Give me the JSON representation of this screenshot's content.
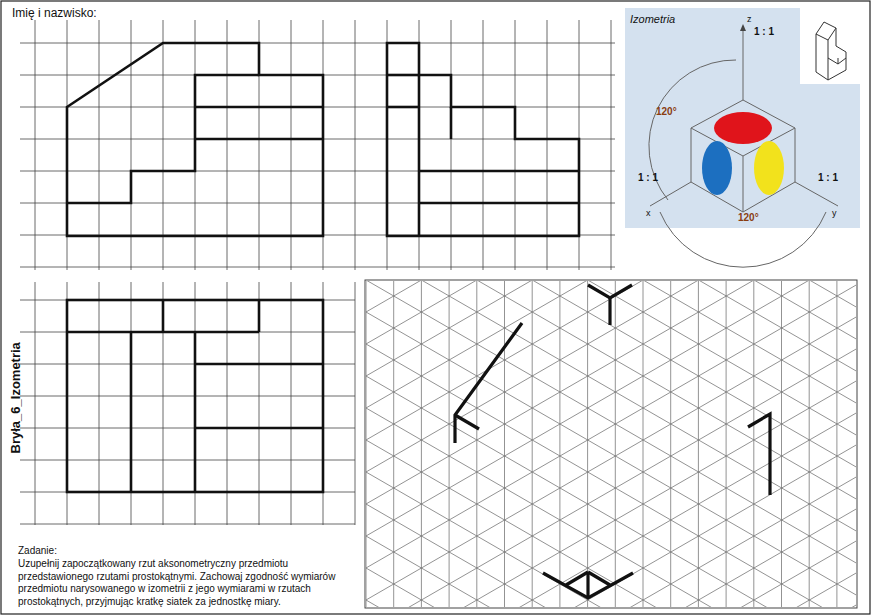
{
  "diagram": {
    "labels": [
      "Imię i nazwisko:",
      "Izometria",
      "z",
      "1 : 1",
      "120°",
      "1 : 1",
      "x",
      "1 : 1",
      "y",
      "120°",
      "Bryła_6_Izometria",
      "Zadanie:",
      "Uzupełnij zapoczątkowany rzut aksonometryczny przedmiotu przedstawionego rzutami prostokątnymi. Zachowaj zgodność wymiarów przedmiotu narysowanego w izometrii z jego wymiarami w rzutach prostokątnych, przyjmując kratkę siatek za jednostkę miary."
    ]
  }
}
